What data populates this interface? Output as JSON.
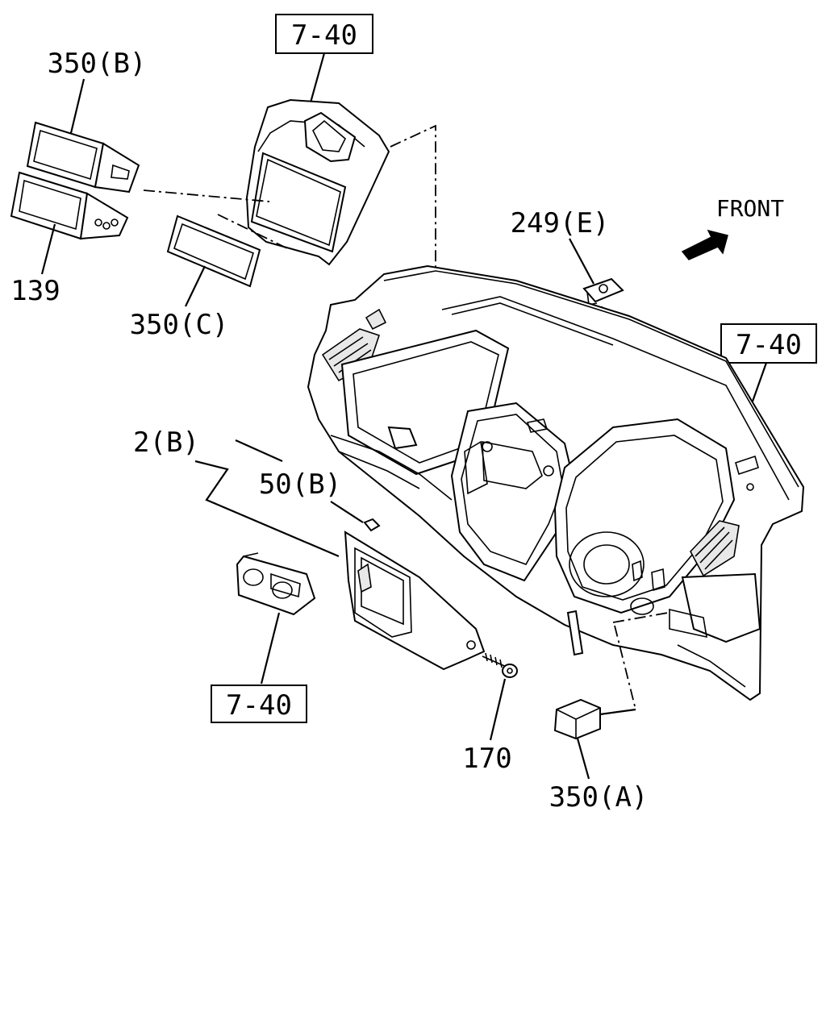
{
  "labels": {
    "ref_top": "7-40",
    "ref_right": "7-40",
    "ref_bottom_left": "7-40",
    "p350b": "350(B)",
    "p139": "139",
    "p350c": "350(C)",
    "p249e": "249(E)",
    "front": "FRONT",
    "p2b": "2(B)",
    "p50b": "50(B)",
    "p170": "170",
    "p350a": "350(A)"
  },
  "icons": {
    "front_arrow": "front-arrow-icon"
  }
}
